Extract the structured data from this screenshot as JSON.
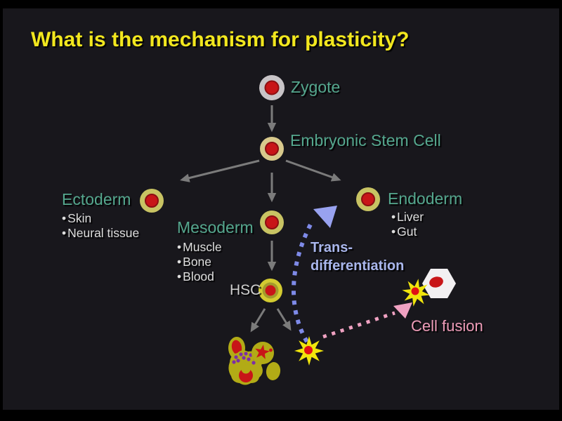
{
  "slide": {
    "title": "What is the mechanism for plasticity?",
    "nodes": {
      "zygote": {
        "label": "Zygote"
      },
      "esc": {
        "label": "Embryonic Stem Cell"
      },
      "ectoderm": {
        "label": "Ectoderm",
        "bullets": [
          "Skin",
          "Neural tissue"
        ]
      },
      "mesoderm": {
        "label": "Mesoderm",
        "bullets": [
          "Muscle",
          "Bone",
          "Blood"
        ]
      },
      "endoderm": {
        "label": "Endoderm",
        "bullets": [
          "Liver",
          "Gut"
        ]
      },
      "hsc": {
        "label": "HSC"
      }
    },
    "annotations": {
      "trans_differentiation": {
        "line1": "Trans-",
        "line2": "differentiation"
      },
      "cell_fusion": {
        "label": "Cell fusion"
      }
    },
    "colors": {
      "background": "#18171c",
      "title": "#f2e71e",
      "node_label": "#55a78e",
      "bullet_text": "#dedede",
      "hsc_label": "#cfcfcf",
      "trans_label": "#a9b6ec",
      "fusion_label": "#ee9cb8",
      "arrow_gray": "#7b7b7b",
      "trans_arrow_blue": "#8e9af0",
      "fusion_arrow_pink": "#f0a2c2",
      "cell_body_yellow": "#c8c363",
      "cell_nucleus_red": "#c81518",
      "zygote_body_gray": "#c8c4c7",
      "esc_body_tan": "#d8c98c",
      "hsc_body_yellow": "#d3cb31",
      "blood_cell_olive": "#b2ab16",
      "starburst_yellow": "#f0e50c",
      "fused_cell_white": "#f2f0f2"
    }
  }
}
